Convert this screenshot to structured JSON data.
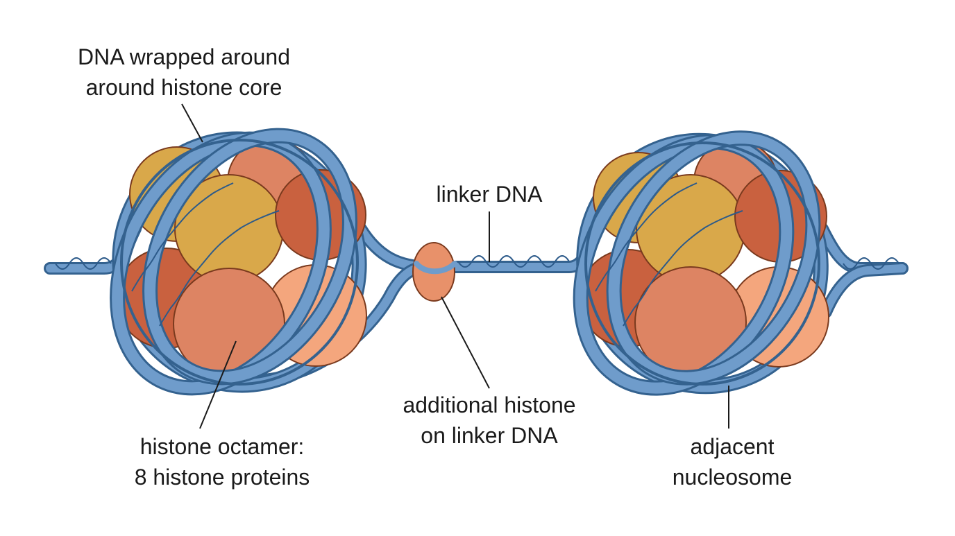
{
  "labels": {
    "dna_wrapped": [
      "DNA wrapped around",
      "around histone core"
    ],
    "linker_dna": [
      "linker DNA"
    ],
    "additional_histone": [
      "additional histone",
      "on linker DNA"
    ],
    "histone_octamer": [
      "histone octamer:",
      "8 histone proteins"
    ],
    "adjacent_nucleosome": [
      "adjacent",
      "nucleosome"
    ]
  },
  "colors": {
    "dna_fill": "#6f9ccb",
    "dna_stroke": "#34628f",
    "dna_helix": "#2c5a8a",
    "histone_gold": "#d9a84a",
    "histone_dark_orange": "#c9613f",
    "histone_orange": "#dd8463",
    "histone_light_orange": "#f4a67d",
    "histone_outline": "#7a3a1e",
    "linker_histone": "#e8916a",
    "leader_line": "#1a1a1a"
  }
}
